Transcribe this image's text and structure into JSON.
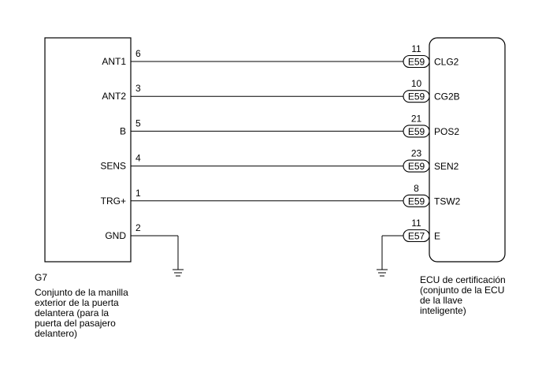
{
  "left_component": {
    "code": "G7",
    "name": "Conjunto de la manilla\nexterior de la puerta\ndelantera (para la\npuerta del pasajero\ndelantero)"
  },
  "right_component": {
    "name": "ECU de certificación\n(conjunto de la ECU\nde la llave\ninteligente)"
  },
  "wires": [
    {
      "left_label": "ANT1",
      "left_pin": "6",
      "connector": "E59",
      "right_pin": "11",
      "right_label": "CLG2"
    },
    {
      "left_label": "ANT2",
      "left_pin": "3",
      "connector": "E59",
      "right_pin": "10",
      "right_label": "CG2B"
    },
    {
      "left_label": "B",
      "left_pin": "5",
      "connector": "E59",
      "right_pin": "21",
      "right_label": "POS2"
    },
    {
      "left_label": "SENS",
      "left_pin": "4",
      "connector": "E59",
      "right_pin": "23",
      "right_label": "SEN2"
    },
    {
      "left_label": "TRG+",
      "left_pin": "1",
      "connector": "E59",
      "right_pin": "8",
      "right_label": "TSW2"
    },
    {
      "left_label": "GND",
      "left_pin": "2",
      "connector": "E57",
      "right_pin": "11",
      "right_label": "E"
    }
  ]
}
